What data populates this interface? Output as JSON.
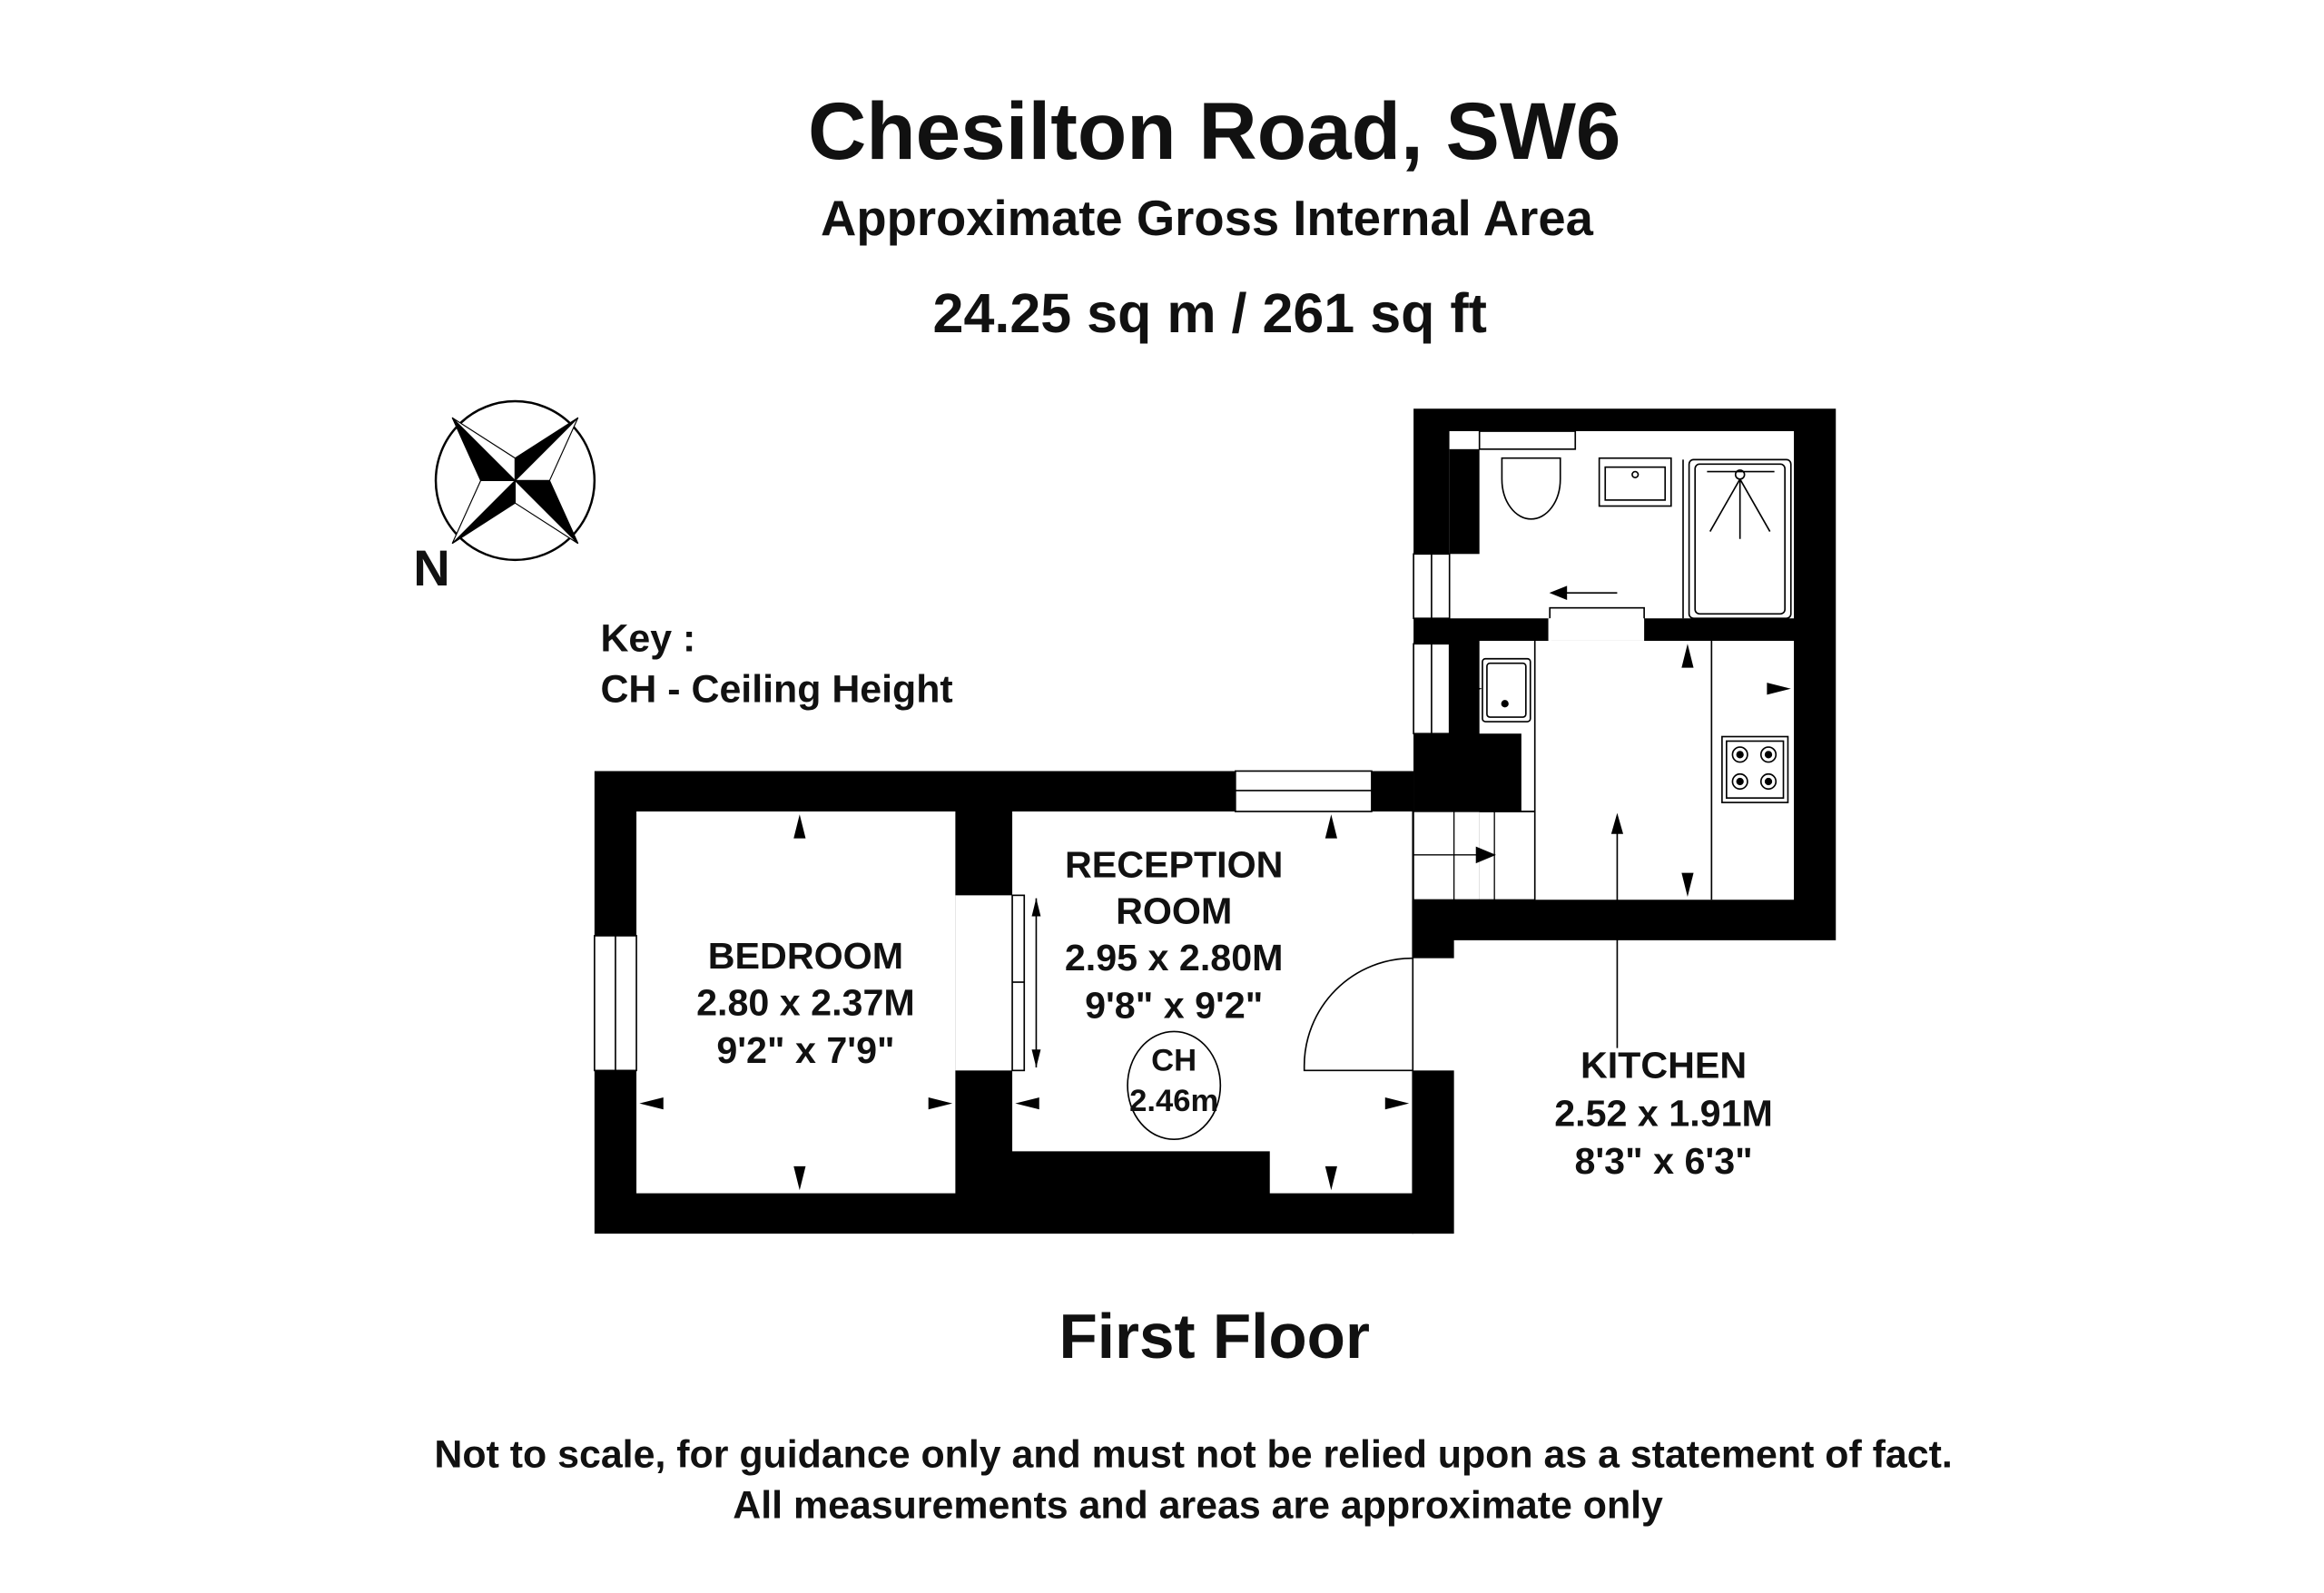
{
  "header": {
    "title": "Chesilton Road, SW6",
    "subtitle": "Approximate Gross Internal Area",
    "area": "24.25 sq m /  261 sq ft"
  },
  "compass": {
    "label": "N"
  },
  "key": {
    "title": "Key :",
    "entry": "CH - Ceiling Height"
  },
  "rooms": {
    "bedroom": {
      "name": "BEDROOM",
      "metric": "2.80 x 2.37M",
      "imperial": "9'2\" x 7'9\""
    },
    "reception": {
      "name_line1": "RECEPTION",
      "name_line2": "ROOM",
      "metric": "2.95 x 2.80M",
      "imperial": "9'8\" x 9'2\"",
      "ch_label": "CH",
      "ch_value": "2.46m"
    },
    "kitchen": {
      "name": "KITCHEN",
      "metric": "2.52 x 1.91M",
      "imperial": "8'3\" x 6'3\""
    }
  },
  "floor_label": "First Floor",
  "disclaimer": {
    "line1": "Not to scale, for guidance only and must not be relied upon as a statement of fact.",
    "line2": "All measurements and areas are approximate only"
  },
  "colors": {
    "wall": "#000000",
    "background": "#ffffff"
  }
}
